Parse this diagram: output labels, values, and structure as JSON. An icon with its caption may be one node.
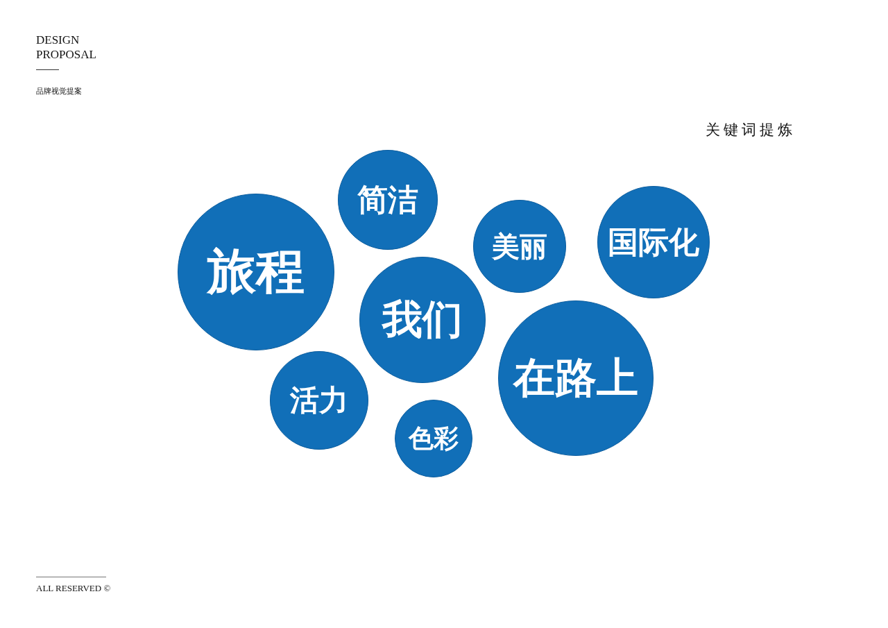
{
  "diagram": {
    "title": "关键词提炼",
    "nodes": [
      {
        "text": [
          "简洁"
        ]
      },
      {
        "text": [
          "国际化"
        ]
      },
      {
        "text": [
          "美丽"
        ]
      },
      {
        "text": [
          "旅程"
        ]
      },
      {
        "text": [
          "我们"
        ]
      },
      {
        "text": [
          "在路上"
        ]
      },
      {
        "text": [
          "活力"
        ]
      },
      {
        "text": [
          "色彩"
        ]
      }
    ],
    "labels": [
      "DESIGN PROPOSAL",
      "品牌视觉提案",
      "ALL RESERVED ©"
    ]
  }
}
